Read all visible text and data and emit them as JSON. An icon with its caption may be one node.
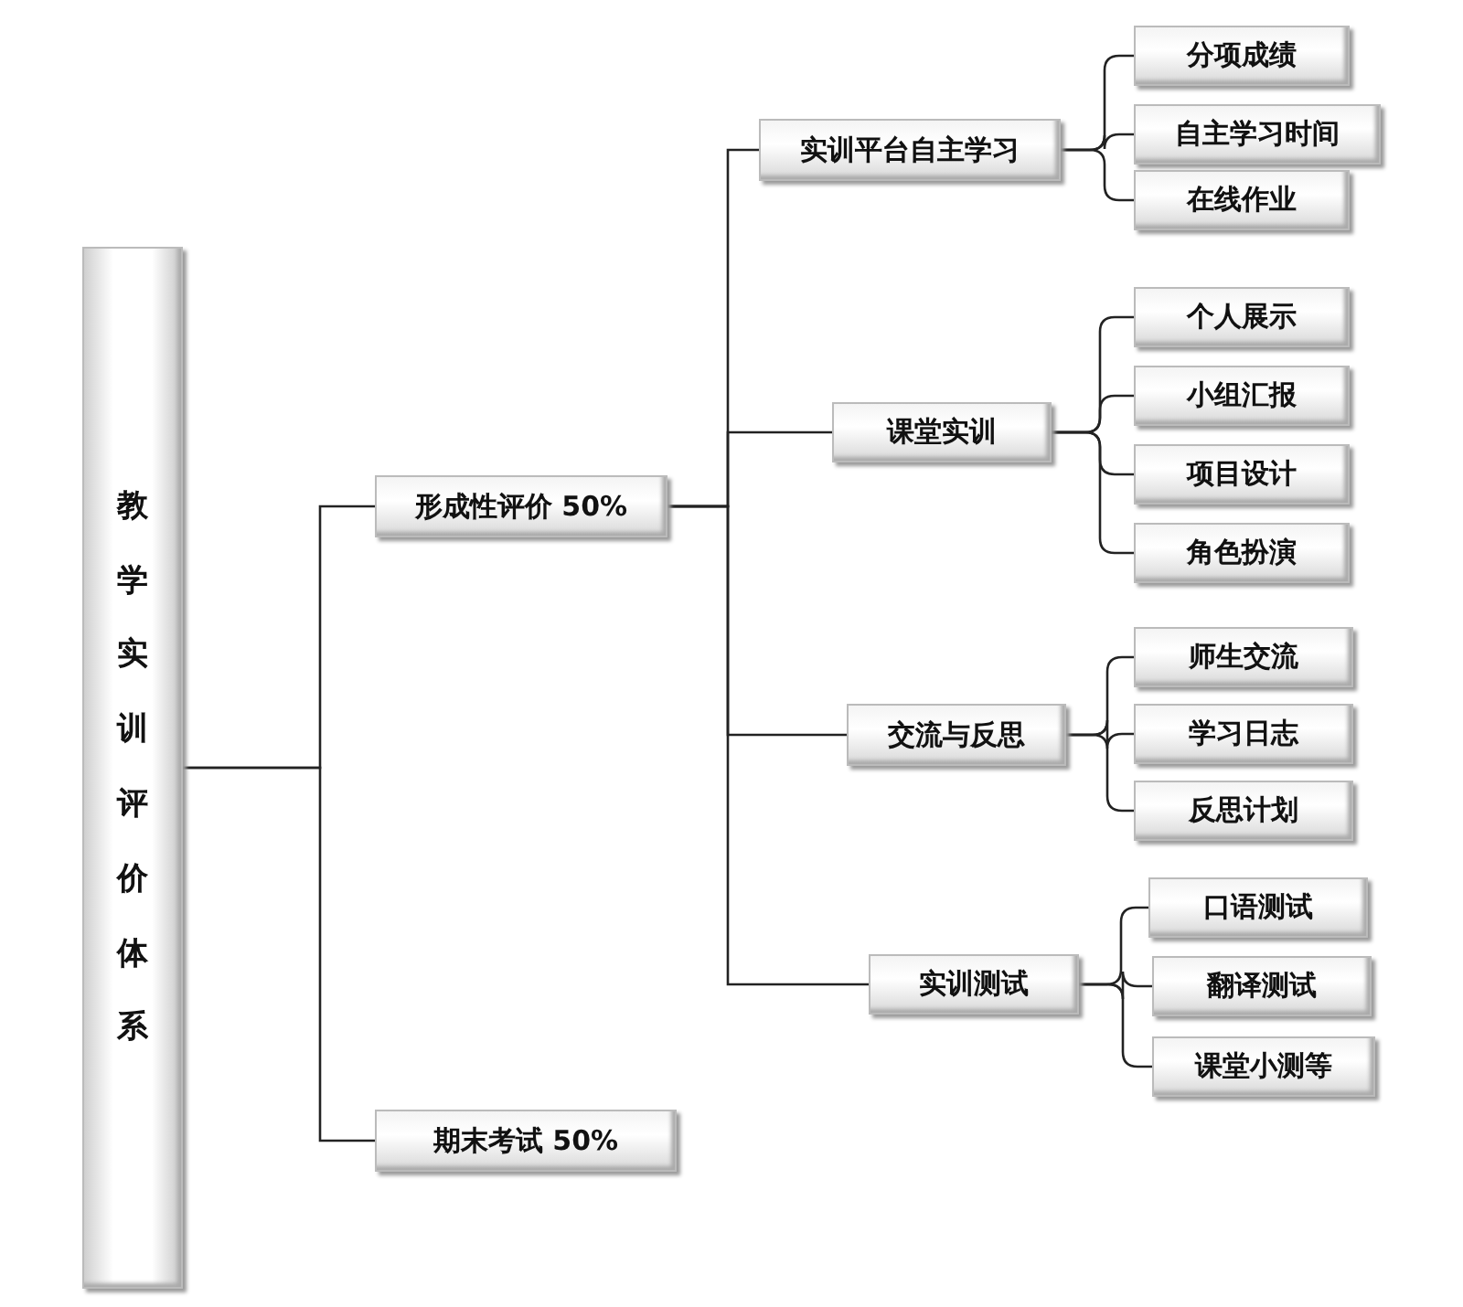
{
  "diagram": {
    "nodes": [
      {
        "text": [
          "教学实训评价体系"
        ]
      },
      {
        "text": [
          "形成性评价 50%"
        ]
      },
      {
        "text": [
          "期末考试 50%"
        ]
      },
      {
        "text": [
          "实训平台自主学习"
        ]
      },
      {
        "text": [
          "课堂实训"
        ]
      },
      {
        "text": [
          "交流与反思"
        ]
      },
      {
        "text": [
          "实训测试"
        ]
      },
      {
        "text": [
          "分项成绩"
        ]
      },
      {
        "text": [
          "自主学习时间"
        ]
      },
      {
        "text": [
          "在线作业"
        ]
      },
      {
        "text": [
          "个人展示"
        ]
      },
      {
        "text": [
          "小组汇报"
        ]
      },
      {
        "text": [
          "项目设计"
        ]
      },
      {
        "text": [
          "角色扮演"
        ]
      },
      {
        "text": [
          "师生交流"
        ]
      },
      {
        "text": [
          "学习日志"
        ]
      },
      {
        "text": [
          "反思计划"
        ]
      },
      {
        "text": [
          "口语测试"
        ]
      },
      {
        "text": [
          "翻译测试"
        ]
      },
      {
        "text": [
          "课堂小测等"
        ]
      }
    ],
    "edges": [
      {
        "from": 0,
        "to": 1,
        "arrow": "none"
      },
      {
        "from": 0,
        "to": 2,
        "arrow": "none"
      },
      {
        "from": 1,
        "to": 3,
        "arrow": "none"
      },
      {
        "from": 1,
        "to": 4,
        "arrow": "none"
      },
      {
        "from": 1,
        "to": 5,
        "arrow": "none"
      },
      {
        "from": 1,
        "to": 6,
        "arrow": "none"
      },
      {
        "from": 3,
        "to": 7,
        "arrow": "none"
      },
      {
        "from": 3,
        "to": 8,
        "arrow": "none"
      },
      {
        "from": 3,
        "to": 9,
        "arrow": "none"
      },
      {
        "from": 4,
        "to": 10,
        "arrow": "none"
      },
      {
        "from": 4,
        "to": 11,
        "arrow": "none"
      },
      {
        "from": 4,
        "to": 12,
        "arrow": "none"
      },
      {
        "from": 4,
        "to": 13,
        "arrow": "none"
      },
      {
        "from": 5,
        "to": 14,
        "arrow": "none"
      },
      {
        "from": 5,
        "to": 15,
        "arrow": "none"
      },
      {
        "from": 5,
        "to": 16,
        "arrow": "none"
      },
      {
        "from": 6,
        "to": 17,
        "arrow": "none"
      },
      {
        "from": 6,
        "to": 18,
        "arrow": "none"
      },
      {
        "from": 6,
        "to": 19,
        "arrow": "none"
      }
    ]
  }
}
